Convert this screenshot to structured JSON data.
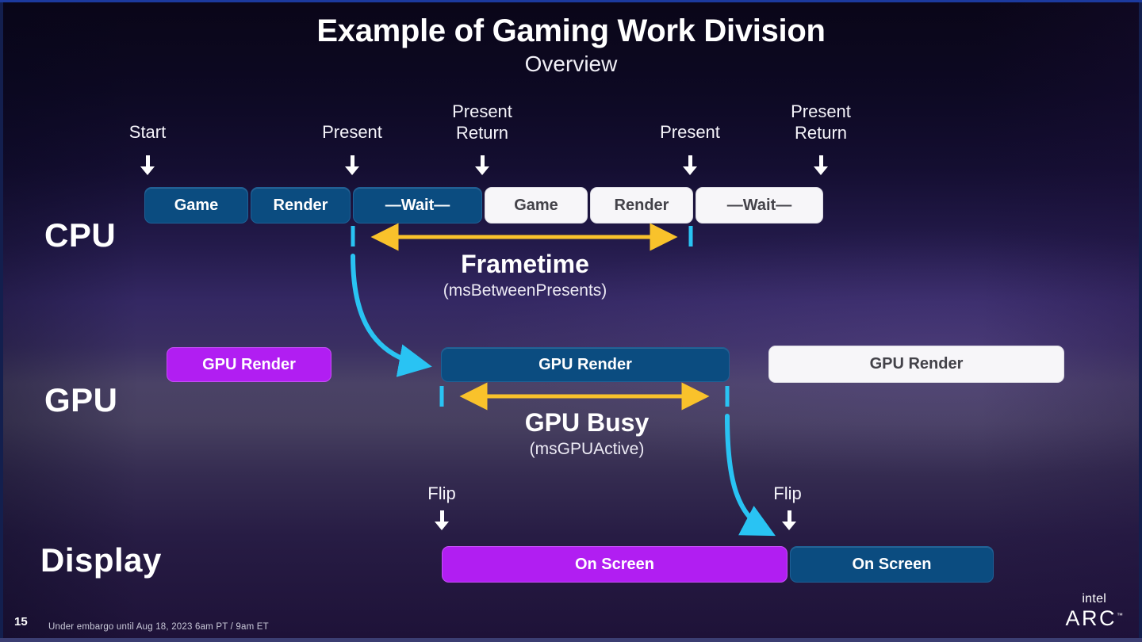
{
  "slide": {
    "title": "Example of Gaming Work Division",
    "subtitle": "Overview"
  },
  "events": [
    {
      "label": "Start"
    },
    {
      "label": "Present"
    },
    {
      "label": "Present Return"
    },
    {
      "label": "Present"
    },
    {
      "label": "Present Return"
    }
  ],
  "rows": {
    "cpu": {
      "label": "CPU",
      "boxes": [
        {
          "label": "Game"
        },
        {
          "label": "Render"
        },
        {
          "label": "—Wait—"
        },
        {
          "label": "Game"
        },
        {
          "label": "Render"
        },
        {
          "label": "—Wait—"
        }
      ]
    },
    "gpu": {
      "label": "GPU",
      "boxes": [
        {
          "label": "GPU Render"
        },
        {
          "label": "GPU Render"
        },
        {
          "label": "GPU Render"
        }
      ]
    },
    "display": {
      "label": "Display",
      "boxes": [
        {
          "label": "On Screen"
        },
        {
          "label": "On Screen"
        }
      ]
    }
  },
  "metrics": {
    "frametime": {
      "title": "Frametime",
      "subtitle": "(msBetweenPresents)"
    },
    "gpu_busy": {
      "title": "GPU Busy",
      "subtitle": "(msGPUActive)"
    }
  },
  "flips": [
    {
      "label": "Flip"
    },
    {
      "label": "Flip"
    }
  ],
  "footer": {
    "page_number": "15",
    "embargo_note": "Under embargo until Aug 18, 2023 6am PT / 9am ET"
  },
  "brand": {
    "intel": "intel",
    "arc": "ARC",
    "trademark": "™"
  },
  "colors": {
    "box_blue": "#0b4c80",
    "box_purple": "#b11ef2",
    "box_white": "#f7f6f9",
    "arrow_yellow": "#f9c22b",
    "arrow_cyan": "#29c3f3",
    "background_top": "#0a0618",
    "background_mid": "#3a2f62"
  }
}
